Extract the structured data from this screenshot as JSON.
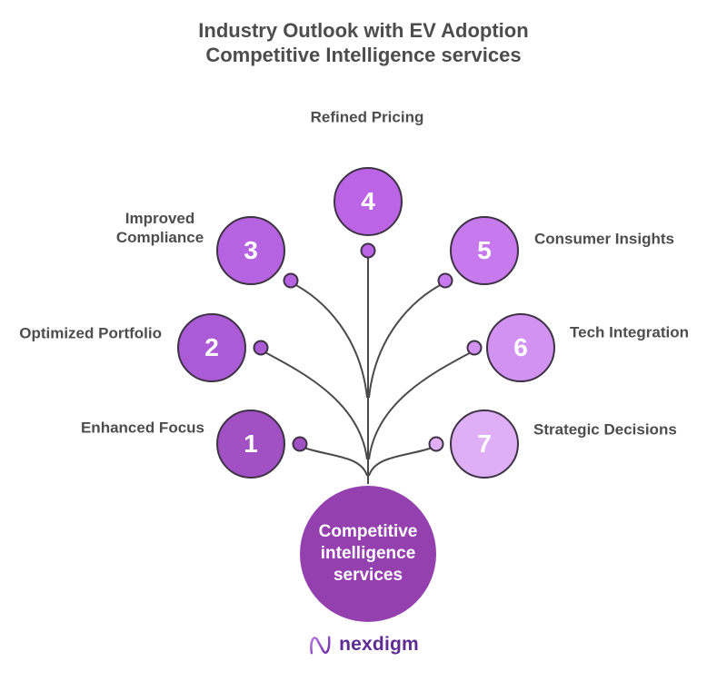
{
  "title": {
    "line1": "Industry Outlook with EV Adoption",
    "line2": "Competitive Intelligence services"
  },
  "items": [
    {
      "number": "1",
      "label": "Enhanced Focus",
      "color": "#a151c3"
    },
    {
      "number": "2",
      "label": "Optimized Portfolio",
      "color": "#ab5bd5"
    },
    {
      "number": "3",
      "label": "Improved Compliance",
      "color": "#b563e0"
    },
    {
      "number": "4",
      "label": "Refined Pricing",
      "color": "#bb64e6"
    },
    {
      "number": "5",
      "label": "Consumer Insights",
      "color": "#c77aee"
    },
    {
      "number": "6",
      "label": "Tech Integration",
      "color": "#d292f2"
    },
    {
      "number": "7",
      "label": "Strategic Decisions",
      "color": "#dfaff6"
    }
  ],
  "center": {
    "label": "Competitive\nintelligence\nservices",
    "color": "#9440ae"
  },
  "logo": {
    "text": "nexdigm",
    "color": "#5e2b91"
  },
  "colors": {
    "label_text": "#4d4d4d",
    "connector": "#4a4a4a",
    "circle_outline": "#3e3245",
    "background": "#ffffff"
  }
}
